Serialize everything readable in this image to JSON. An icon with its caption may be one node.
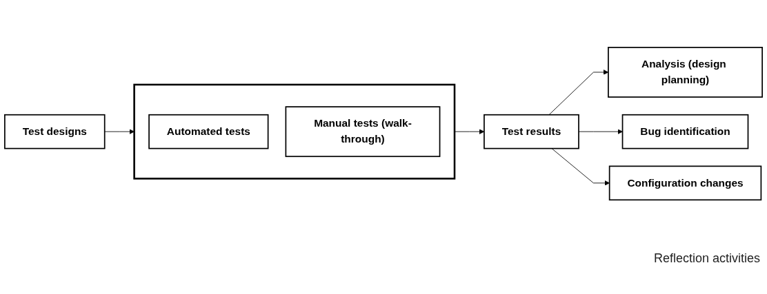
{
  "diagram": {
    "nodes": [
      {
        "text": [
          "Test designs"
        ]
      },
      {
        "text": [],
        "shape": "box"
      },
      {
        "text": [
          "Automated tests"
        ],
        "in": 1
      },
      {
        "text": [
          "Manual tests (walk-through)"
        ],
        "in": 1
      },
      {
        "text": [
          "Test results"
        ]
      },
      {
        "text": [
          "Analysis (design planning)"
        ]
      },
      {
        "text": [
          "Bug identification"
        ]
      },
      {
        "text": [
          "Configuration changes"
        ]
      }
    ],
    "edges": [
      {
        "from": 0,
        "to": 1,
        "arrow": "to"
      },
      {
        "from": 1,
        "to": 4,
        "arrow": "to"
      },
      {
        "from": 4,
        "to": 5,
        "arrow": "to"
      },
      {
        "from": 4,
        "to": 6,
        "arrow": "to"
      },
      {
        "from": 4,
        "to": 7,
        "arrow": "to"
      }
    ],
    "labels": [
      "Reflection activities"
    ]
  }
}
